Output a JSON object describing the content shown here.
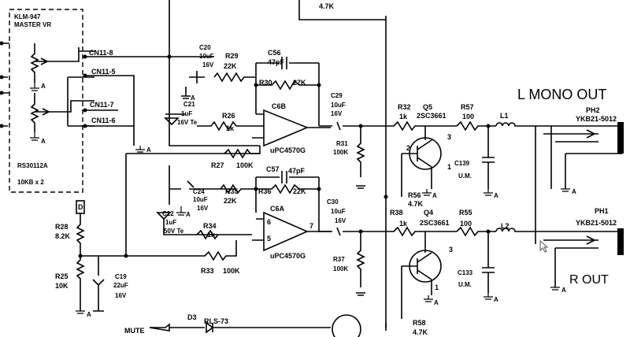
{
  "master_vr": {
    "part": "KLM-947",
    "title": "MASTER VR",
    "model": "RS30112A",
    "value": "10KB x 2"
  },
  "connectors": [
    "CN11-8",
    "CN11-5",
    "CN11-7",
    "CN11-6"
  ],
  "labels": {
    "gnd": "A",
    "mute": "MUTE",
    "bias_node": "D"
  },
  "pins": {
    "p1": "1",
    "p2": "2",
    "p3": "3",
    "p5": "5",
    "p6": "6",
    "p7": "7"
  },
  "parts": {
    "top_r": [
      "4.7K"
    ],
    "c20": [
      "C20",
      "10uF",
      "16V"
    ],
    "r29": [
      "R29",
      "22K"
    ],
    "c56": [
      "C56",
      "47pF"
    ],
    "r30": [
      "R30",
      "27K"
    ],
    "c21": [
      "C21",
      "1uF",
      "16V Te"
    ],
    "r26": [
      "R26",
      "1k"
    ],
    "c6b": [
      "C6B",
      "uPC4570G"
    ],
    "r27": [
      "R27",
      "100K"
    ],
    "c29": [
      "C29",
      "10uF",
      "16V"
    ],
    "r31": [
      "R31",
      "100K"
    ],
    "r32": [
      "R32",
      "1k"
    ],
    "q5": [
      "Q5",
      "2SC3661"
    ],
    "r56": [
      "R56",
      "4.7K"
    ],
    "r57": [
      "R57",
      "100"
    ],
    "l1": [
      "L1"
    ],
    "c139": [
      "C139",
      "U.M."
    ],
    "c24": [
      "C24",
      "10uF",
      "16V"
    ],
    "r35": [
      "R35",
      "22K"
    ],
    "c57": [
      "C57",
      "47pF"
    ],
    "r36": [
      "R36",
      "22K"
    ],
    "c22": [
      "C22",
      "1uF",
      "50V Te"
    ],
    "r34": [
      "R34",
      "1k"
    ],
    "c6a": [
      "C6A",
      "uPC4570G"
    ],
    "r33": [
      "R33",
      "100K"
    ],
    "c30": [
      "C30",
      "10uF",
      "16V"
    ],
    "r37": [
      "R37",
      "100K"
    ],
    "r28": [
      "R28",
      "8.2K"
    ],
    "r25": [
      "R25",
      "10K"
    ],
    "c19": [
      "C19",
      "22uF",
      "16V"
    ],
    "r38": [
      "R38",
      "1k"
    ],
    "q4": [
      "Q4",
      "2SC3661"
    ],
    "r55": [
      "R55",
      "100"
    ],
    "l2": [
      "L2"
    ],
    "c133": [
      "C133",
      "U.M."
    ],
    "r58": [
      "R58",
      "4.7K"
    ],
    "d3": [
      "D3",
      "RLS-73"
    ]
  },
  "outputs": {
    "l_mono": "L  MONO OUT",
    "ph2": "PH2",
    "ph2_part": "YKB21-5012",
    "ph1": "PH1",
    "ph1_part": "YKB21-5012",
    "r_out": "R  OUT"
  }
}
